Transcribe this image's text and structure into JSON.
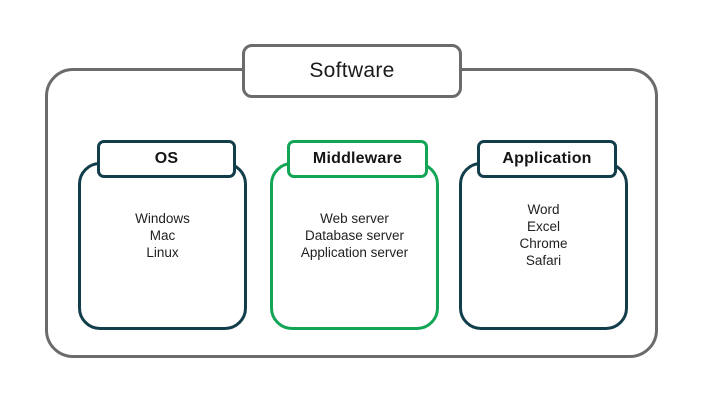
{
  "title": "Software",
  "colors": {
    "frame_gray": "#6b6b6b",
    "teal_accent": "#113e4a",
    "green_accent": "#12a556",
    "text": "#1f1f1f",
    "background": "#ffffff"
  },
  "groups": [
    {
      "label": "OS",
      "accent": "teal",
      "items": [
        "Windows",
        "Mac",
        "Linux"
      ]
    },
    {
      "label": "Middleware",
      "accent": "green",
      "items": [
        "Web server",
        "Database server",
        "Application server"
      ]
    },
    {
      "label": "Application",
      "accent": "teal",
      "items": [
        "Word",
        "Excel",
        "Chrome",
        "Safari"
      ]
    }
  ]
}
